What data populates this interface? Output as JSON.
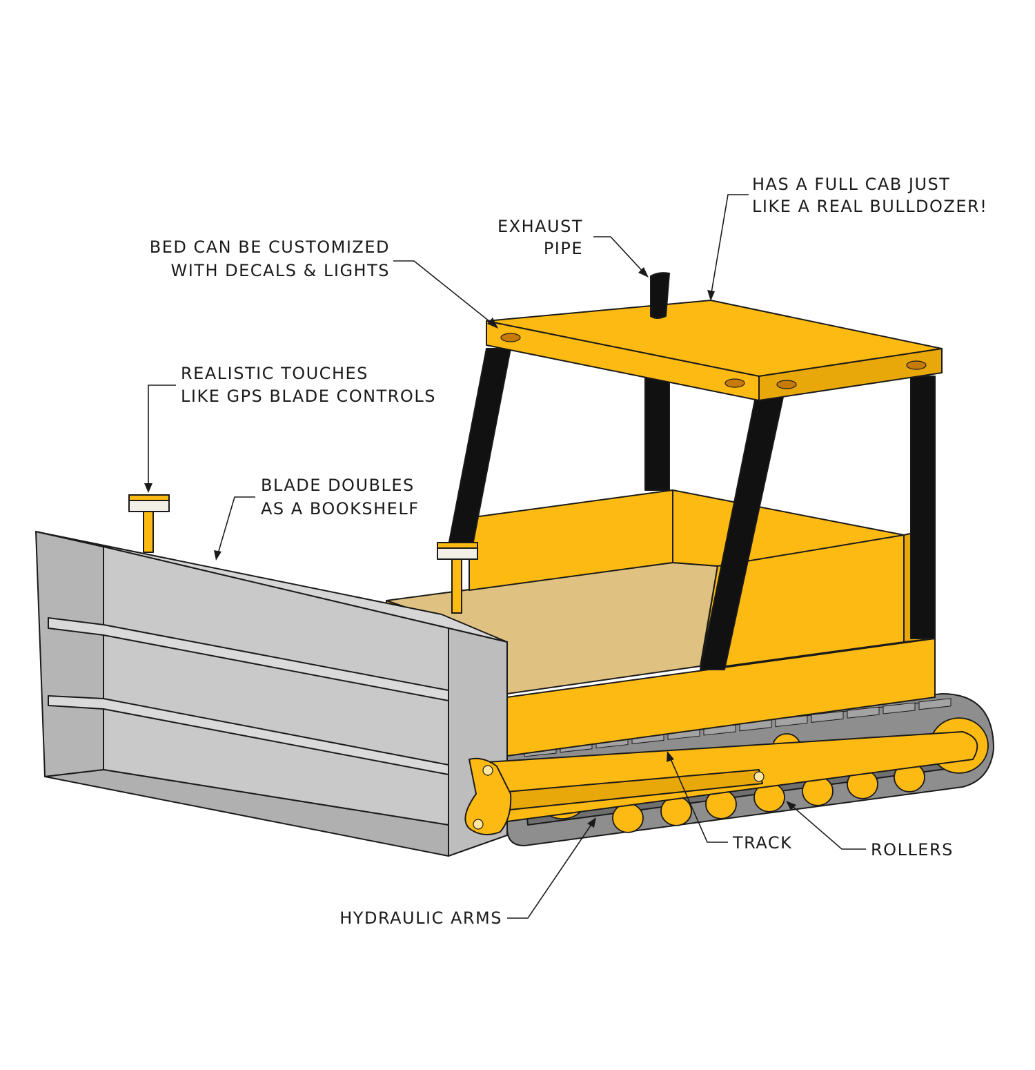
{
  "colors": {
    "body": "#FDBA12",
    "body_shade": "#E9A80A",
    "deck": "#DFC281",
    "blade": "#C9C9C9",
    "blade_dark": "#B5B5B5",
    "pillar": "#111111",
    "track": "#8E8E8E",
    "outline": "#1A1A1A"
  },
  "labels": {
    "cab": [
      "HAS A FULL CAB JUST",
      "LIKE A REAL BULLDOZER!"
    ],
    "exhaust": [
      "EXHAUST",
      "PIPE"
    ],
    "bed": [
      "BED CAN BE CUSTOMIZED",
      "WITH DECALS & LIGHTS"
    ],
    "gps": [
      "REALISTIC TOUCHES",
      "LIKE GPS BLADE CONTROLS"
    ],
    "blade": [
      "BLADE DOUBLES",
      "AS A BOOKSHELF"
    ],
    "track": "TRACK",
    "rollers": "ROLLERS",
    "hydraulic": "HYDRAULIC ARMS"
  }
}
